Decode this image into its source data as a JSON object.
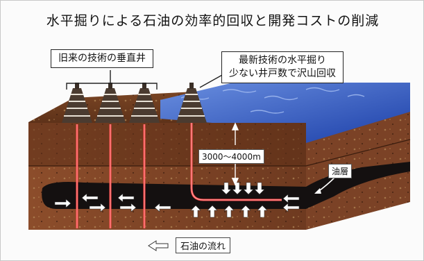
{
  "title": "水平掘りによる石油の効率的回収と開発コストの削減",
  "labels": {
    "old_tech": "旧来の技術の垂直井",
    "new_tech_line1": "最新技術の水平掘り",
    "new_tech_line2": "少ない井戸数で沢山回収",
    "depth": "3000〜4000m",
    "oil_layer": "油層",
    "oil_flow": "石油の流れ"
  },
  "colors": {
    "sea": "#2a52c4",
    "soil_top": "#6b3a22",
    "soil_mid": "#8a4a2a",
    "oil": "#141010",
    "well": "#ff3a3a"
  }
}
